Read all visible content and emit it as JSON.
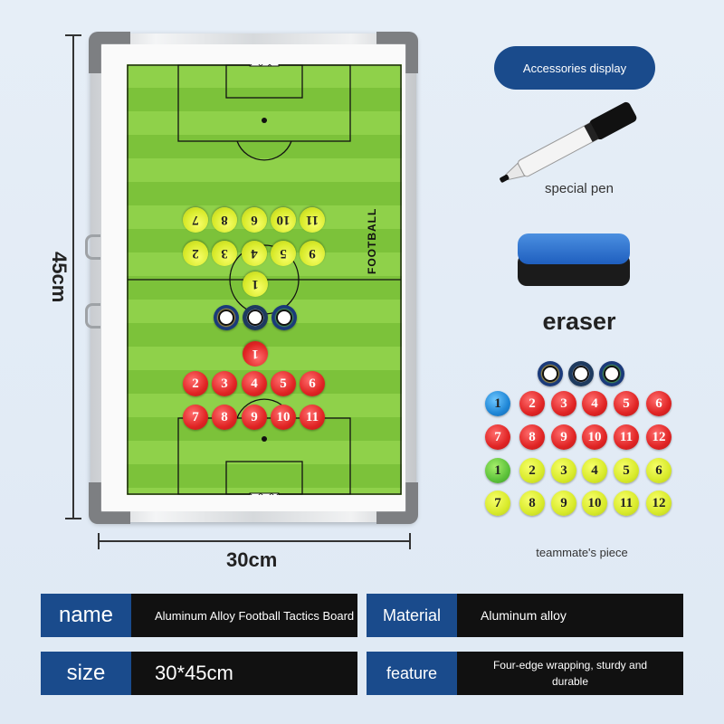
{
  "dimensions": {
    "height_label": "45cm",
    "width_label": "30cm"
  },
  "board": {
    "side_label": "FOOTBALL",
    "yellow_pieces_top": [
      "7",
      "8",
      "6",
      "10",
      "11"
    ],
    "yellow_pieces_mid": [
      "2",
      "3",
      "4",
      "5",
      "9"
    ],
    "yellow_goalkeeper": "1",
    "red_goalkeeper": "1",
    "red_pieces_top": [
      "2",
      "3",
      "4",
      "5",
      "6"
    ],
    "red_pieces_bottom": [
      "7",
      "8",
      "9",
      "10",
      "11"
    ]
  },
  "accessories": {
    "button_label": "Accessories display",
    "pen_caption": "special pen",
    "eraser_caption": "eraser",
    "pieces_caption": "teammate's piece",
    "red_row1": [
      "1",
      "2",
      "3",
      "4",
      "5",
      "6"
    ],
    "red_row2": [
      "7",
      "8",
      "9",
      "10",
      "11",
      "12"
    ],
    "yellow_row1": [
      "1",
      "2",
      "3",
      "4",
      "5",
      "6"
    ],
    "yellow_row2": [
      "7",
      "8",
      "9",
      "10",
      "11",
      "12"
    ]
  },
  "specs": {
    "name_label": "name",
    "name_value": "Aluminum Alloy Football Tactics Board",
    "material_label": "Material",
    "material_value": "Aluminum alloy",
    "size_label": "size",
    "size_value": "30*45cm",
    "feature_label": "feature",
    "feature_value": "Four-edge wrapping, sturdy and durable"
  },
  "colors": {
    "accent_blue": "#1a4b8c",
    "bar_black": "#111111",
    "pitch_green": "#8fd14a",
    "piece_red": "#e02424",
    "piece_yellow": "#d8ea2a"
  }
}
